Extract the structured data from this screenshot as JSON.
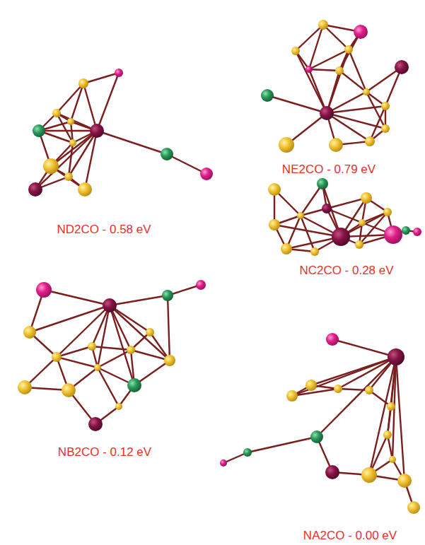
{
  "diagram": {
    "labels": [
      "NE2CO - 0.79 eV",
      "ND2CO - 0.58 eV",
      "NC2CO - 0.28 eV",
      "NB2CO - 0.12 eV",
      "NA2CO - 0.00 eV"
    ]
  }
}
